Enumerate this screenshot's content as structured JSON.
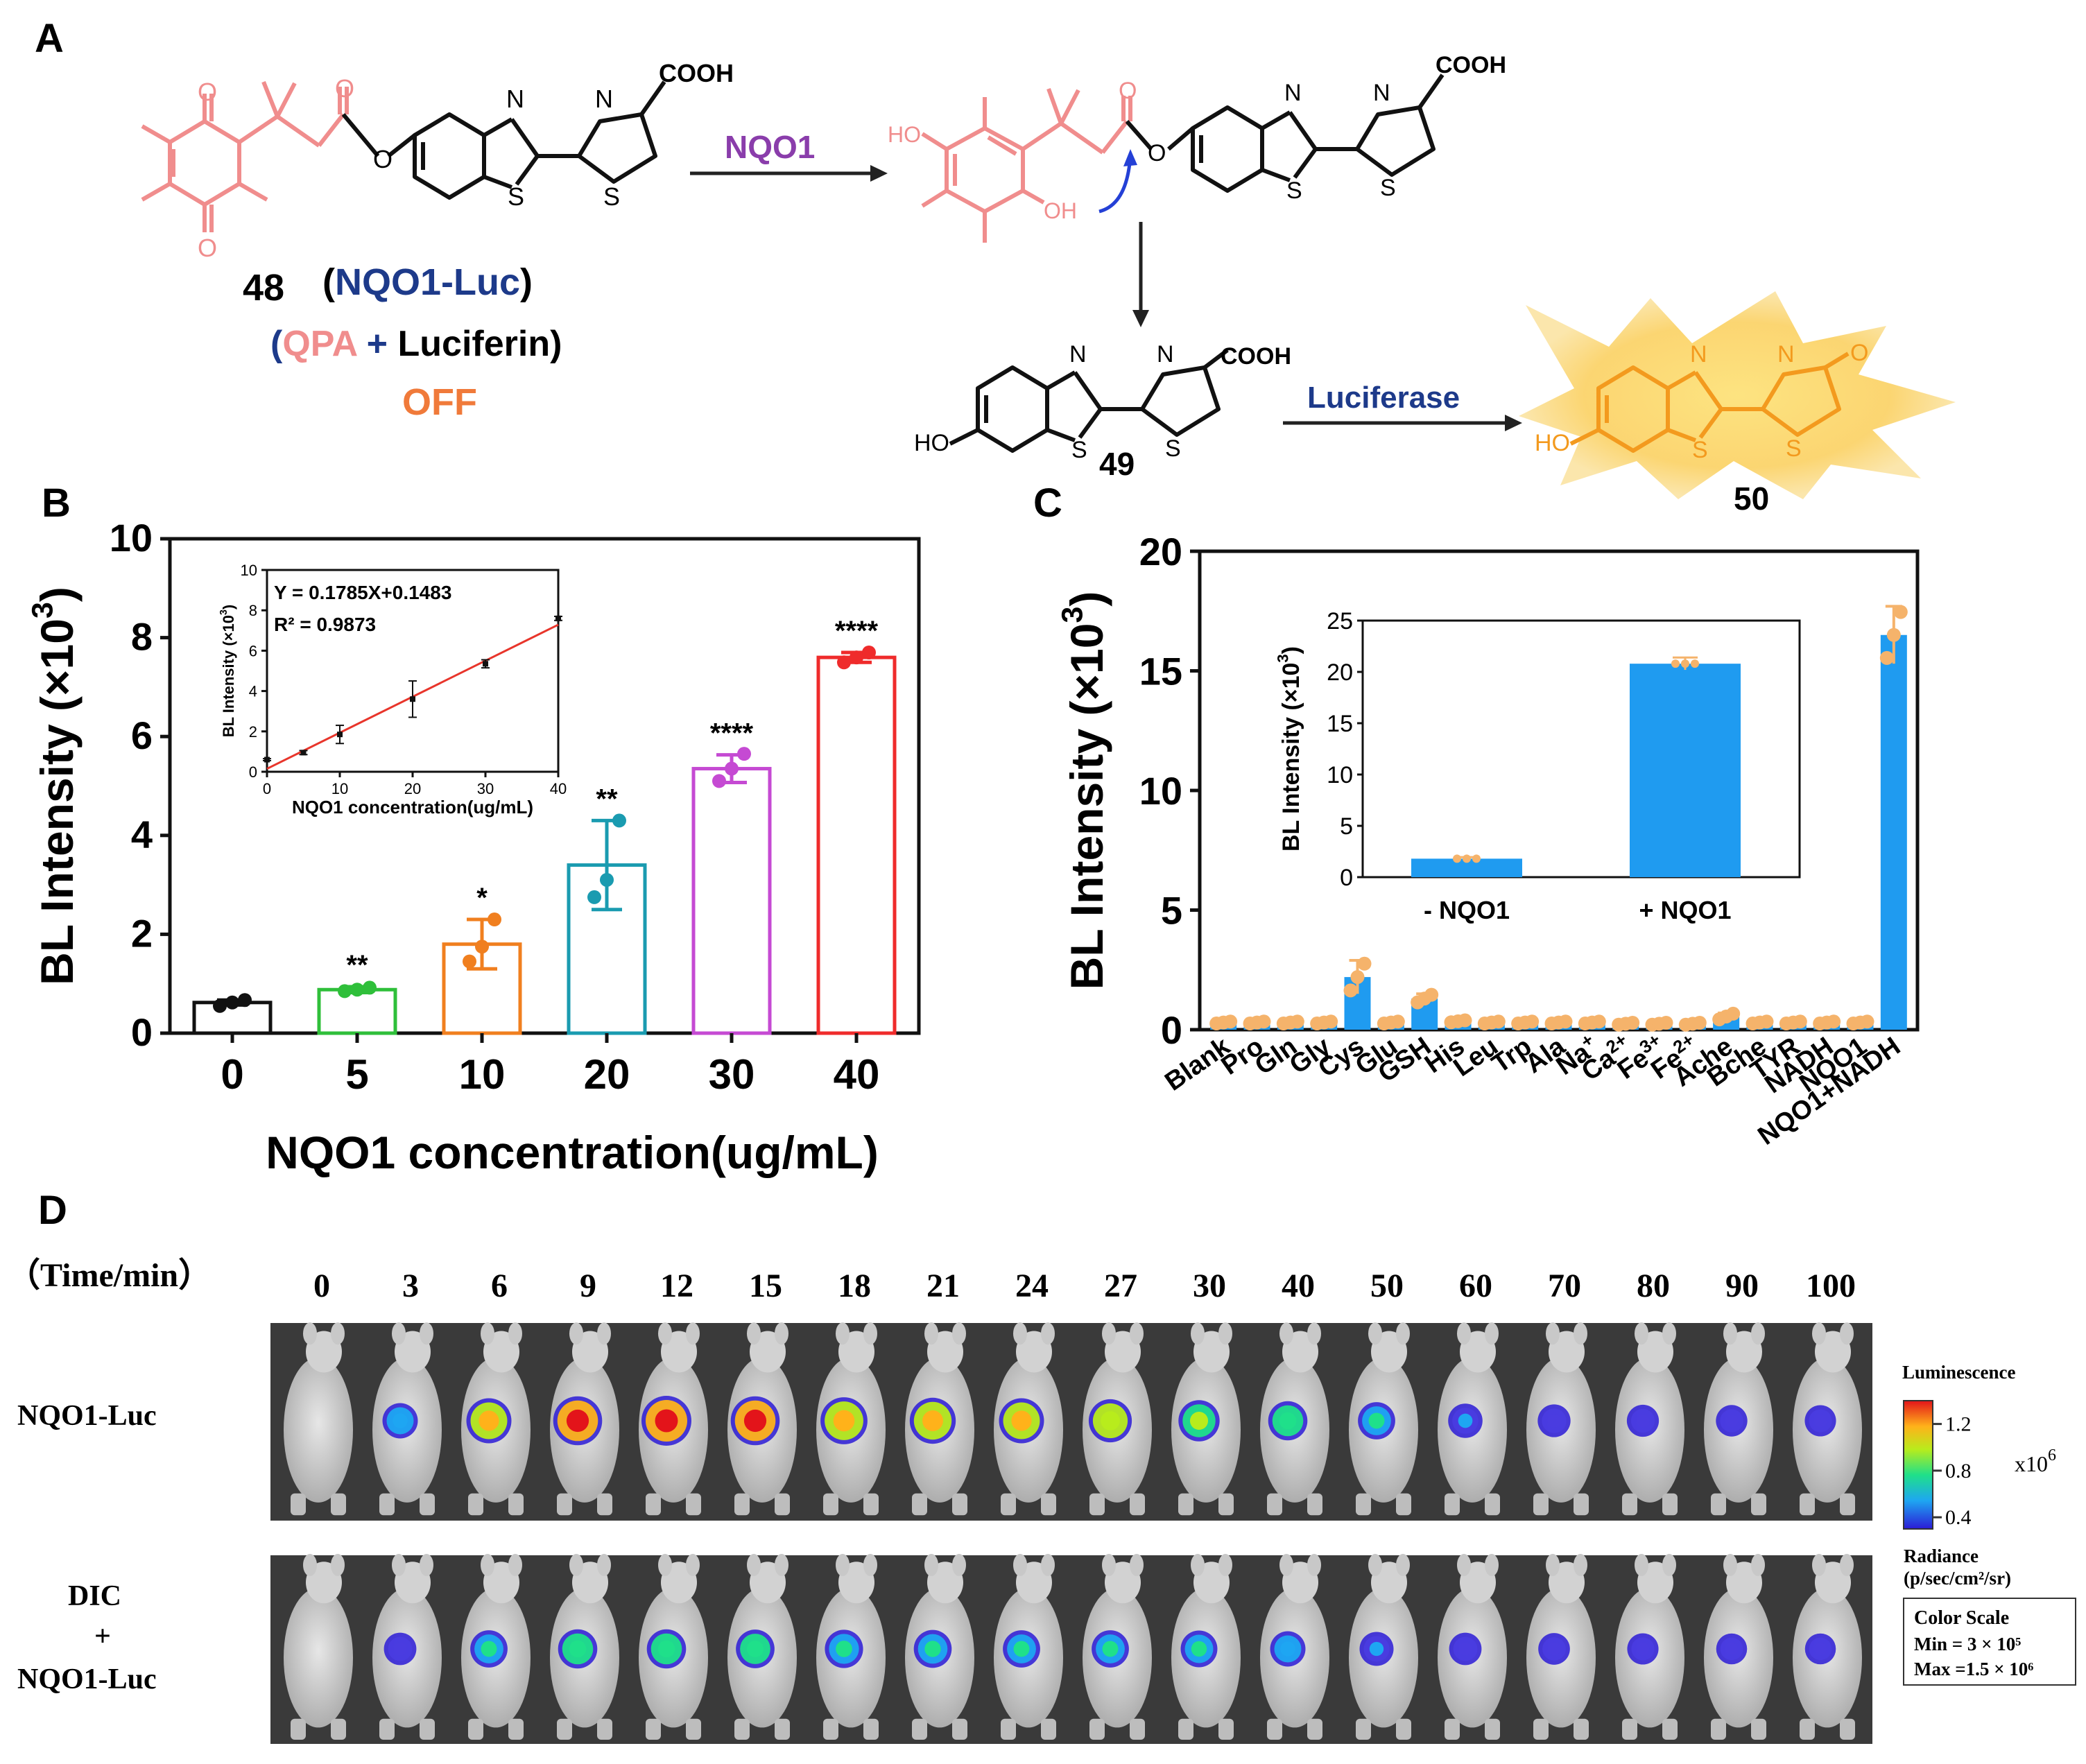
{
  "panels": {
    "A": "A",
    "B": "B",
    "C": "C",
    "D": "D"
  },
  "scheme": {
    "reagent_label": "NQO1",
    "enzyme_label": "Luciferase",
    "cooh": "COOH",
    "oh": "OH",
    "ho": "HO",
    "n": "N",
    "s": "S",
    "o": "O",
    "compound_48": "48",
    "probe_name_open": "(",
    "probe_name": "NQO1-Luc",
    "probe_name_close": ")",
    "parts_open": "(",
    "parts_qpa": "QPA",
    "parts_plus": " + ",
    "parts_luciferin": "Luciferin)",
    "state": "OFF",
    "compound_49": "49",
    "compound_50": "50",
    "colors": {
      "probe": "#f08d8d",
      "reagent": "#8a3dab",
      "name": "#1d3a8a",
      "off": "#f07a3a",
      "product": "#f39a1e"
    }
  },
  "chart_data": [
    {
      "id": "B",
      "type": "bar",
      "categories": [
        "0",
        "5",
        "10",
        "20",
        "30",
        "40"
      ],
      "values": [
        0.62,
        0.88,
        1.8,
        3.4,
        5.35,
        7.6
      ],
      "errors": [
        0.05,
        0.06,
        0.5,
        0.9,
        0.28,
        0.1
      ],
      "points": [
        [
          0.55,
          0.62,
          0.67
        ],
        [
          0.85,
          0.88,
          0.92
        ],
        [
          1.45,
          1.75,
          2.3
        ],
        [
          2.75,
          3.1,
          4.3
        ],
        [
          5.1,
          5.35,
          5.65
        ],
        [
          7.5,
          7.6,
          7.7
        ]
      ],
      "significance": [
        "",
        "**",
        "*",
        "**",
        "****",
        "****"
      ],
      "bar_colors": [
        "#111111",
        "#2fbf3a",
        "#f07f1f",
        "#1a9bb0",
        "#c54ad3",
        "#ef2b2b"
      ],
      "xlabel": "NQO1 concentration(ug/mL)",
      "ylabel": "BL Intensity (×10",
      "ylabel_sup": "3",
      "ylabel_close": ")",
      "ylim": [
        0,
        10
      ],
      "yticks": [
        "0",
        "2",
        "4",
        "6",
        "8",
        "10"
      ],
      "inset": {
        "type": "scatter",
        "x": [
          0,
          5,
          10,
          20,
          30,
          40
        ],
        "y": [
          0.6,
          0.95,
          1.85,
          3.6,
          5.35,
          7.6
        ],
        "y_err": [
          0.05,
          0.1,
          0.45,
          0.9,
          0.2,
          0.1
        ],
        "fit_equation": "Y = 0.1785X+0.1483",
        "fit_r2": "R² = 0.9873",
        "fit_color": "#e8352b",
        "xlabel": "NQO1 concentration(ug/mL)",
        "ylabel": "BL Intensity (×10",
        "ylabel_sup": "3",
        "ylabel_close": ")",
        "xlim": [
          0,
          40
        ],
        "ylim": [
          0,
          10
        ],
        "xticks": [
          "0",
          "10",
          "20",
          "30",
          "40"
        ],
        "yticks": [
          "0",
          "2",
          "4",
          "6",
          "8",
          "10"
        ]
      }
    },
    {
      "id": "C",
      "type": "bar",
      "categories": [
        "Blank",
        "Pro",
        "Gln",
        "Gly",
        "Cys",
        "Glu",
        "GSH",
        "His",
        "Leu",
        "Trp",
        "Ala",
        "Na",
        "Ca",
        "Fe",
        "Fe",
        "Ache",
        "Bche",
        "TYR",
        "NADH",
        "NQO1",
        "NQO1+NADH"
      ],
      "category_superscripts": [
        "",
        "",
        "",
        "",
        "",
        "",
        "",
        "",
        "",
        "",
        "",
        "+",
        "2+",
        "3+",
        "2+",
        "",
        "",
        "",
        "",
        "",
        ""
      ],
      "values": [
        0.3,
        0.3,
        0.3,
        0.3,
        2.2,
        0.3,
        1.3,
        0.35,
        0.3,
        0.3,
        0.3,
        0.3,
        0.25,
        0.25,
        0.25,
        0.55,
        0.3,
        0.3,
        0.3,
        0.3,
        16.5
      ],
      "errors": [
        0.05,
        0.05,
        0.05,
        0.05,
        0.7,
        0.05,
        0.2,
        0.05,
        0.05,
        0.05,
        0.05,
        0.05,
        0.05,
        0.05,
        0.05,
        0.15,
        0.05,
        0.05,
        0.05,
        0.05,
        1.2
      ],
      "bar_color": "#1f9bf0",
      "point_color": "#f5b36b",
      "ylabel": "BL Intensity (×10",
      "ylabel_sup": "3",
      "ylabel_close": ")",
      "ylim": [
        0,
        20
      ],
      "yticks": [
        "0",
        "5",
        "10",
        "15",
        "20"
      ],
      "inset": {
        "type": "bar",
        "categories": [
          "- NQO1",
          "+ NQO1"
        ],
        "values": [
          1.8,
          20.8
        ],
        "errors": [
          0.15,
          0.6
        ],
        "ylabel": "BL Intensity (×10",
        "ylabel_sup": "3",
        "ylabel_close": ")",
        "ylim": [
          0,
          25
        ],
        "yticks": [
          "0",
          "5",
          "10",
          "15",
          "20",
          "25"
        ]
      }
    }
  ],
  "imaging": {
    "time_label": "（Time/min）",
    "times": [
      "0",
      "3",
      "6",
      "9",
      "12",
      "15",
      "18",
      "21",
      "24",
      "27",
      "30",
      "40",
      "50",
      "60",
      "70",
      "80",
      "90",
      "100"
    ],
    "row1_label": "NQO1-Luc",
    "row2_label_1": "DIC",
    "row2_label_2": "+",
    "row2_label_3": "NQO1-Luc",
    "intensity_row1": [
      0,
      0.25,
      0.75,
      0.95,
      1.0,
      0.95,
      0.85,
      0.8,
      0.75,
      0.65,
      0.55,
      0.45,
      0.35,
      0.2,
      0.12,
      0.08,
      0.05,
      0.04
    ],
    "intensity_row2": [
      0,
      0.1,
      0.35,
      0.45,
      0.45,
      0.42,
      0.4,
      0.38,
      0.35,
      0.35,
      0.32,
      0.25,
      0.18,
      0.1,
      0.06,
      0.04,
      0.02,
      0.02
    ],
    "scale_title": "Luminescence",
    "scale_ticks": [
      "1.2",
      "0.8",
      "0.4"
    ],
    "scale_unit": "x10",
    "scale_unit_sup": "6",
    "radiance_1": "Radiance",
    "radiance_2": "(p/sec/cm²/sr)",
    "color_scale_title": "Color Scale",
    "color_scale_min": "Min = 3 × 10⁵",
    "color_scale_max": "Max =1.5 × 10⁶"
  }
}
